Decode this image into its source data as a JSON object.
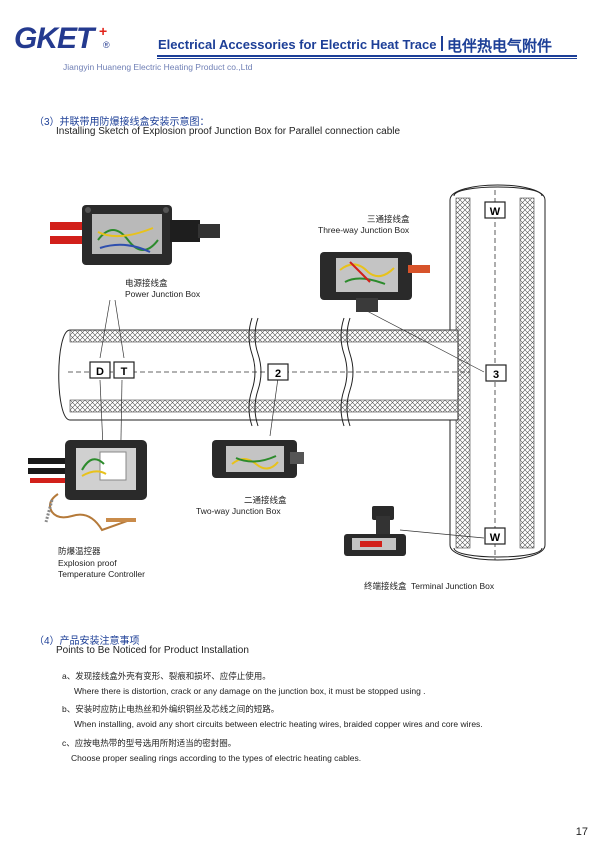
{
  "header": {
    "logo": "GKET",
    "logo_mark": "+",
    "registered": "®",
    "title": "Electrical Accessories for Electric Heat Trace",
    "title_cn": "电伴热电气附件",
    "company": "Jiangyin Huaneng Electric Heating Product co.,Ltd"
  },
  "section3": {
    "title_cn": "（3）并联带用防爆接线盒安装示意图：",
    "title_en": "Installing Sketch of Explosion proof Junction Box for Parallel connection cable"
  },
  "diagram": {
    "markers": [
      "D",
      "T",
      "2",
      "3",
      "W",
      "W"
    ],
    "labels": {
      "three_way_cn": "三通接线盒",
      "three_way_en": "Three-way Junction Box",
      "power_cn": "电源接线盒",
      "power_en": "Power Junction Box",
      "two_way_cn": "二通接线盒",
      "two_way_en": "Two-way Junction Box",
      "temp_cn": "防爆温控器",
      "temp_en1": "Explosion proof",
      "temp_en2": "Temperature Controller",
      "terminal_cn": "终端接线盒",
      "terminal_en": "Terminal Junction Box"
    }
  },
  "section4": {
    "title_cn": "（4）产品安装注意事项",
    "title_en": "Points to Be Noticed for Product Installation",
    "items": [
      {
        "cn": "a、发现接线盒外壳有变形、裂痕和损坏、应停止使用。",
        "en": "Where  there is distortion, crack or any damage on the junction box, it must be stopped  using ."
      },
      {
        "cn": "b、安装时应防止电热丝和外编织铜丝及芯线之间的短路。",
        "en": "When installing, avoid any short circuits between electric heating wires, braided copper wires and core wires."
      },
      {
        "cn": "c、应按电热带的型号选用所附适当的密封圈。",
        "en": "Choose proper sealing rings according to the types of electric heating cables."
      }
    ]
  },
  "page_number": "17",
  "colors": {
    "brand_blue": "#1d3f97",
    "logo_red": "#e2231a"
  }
}
